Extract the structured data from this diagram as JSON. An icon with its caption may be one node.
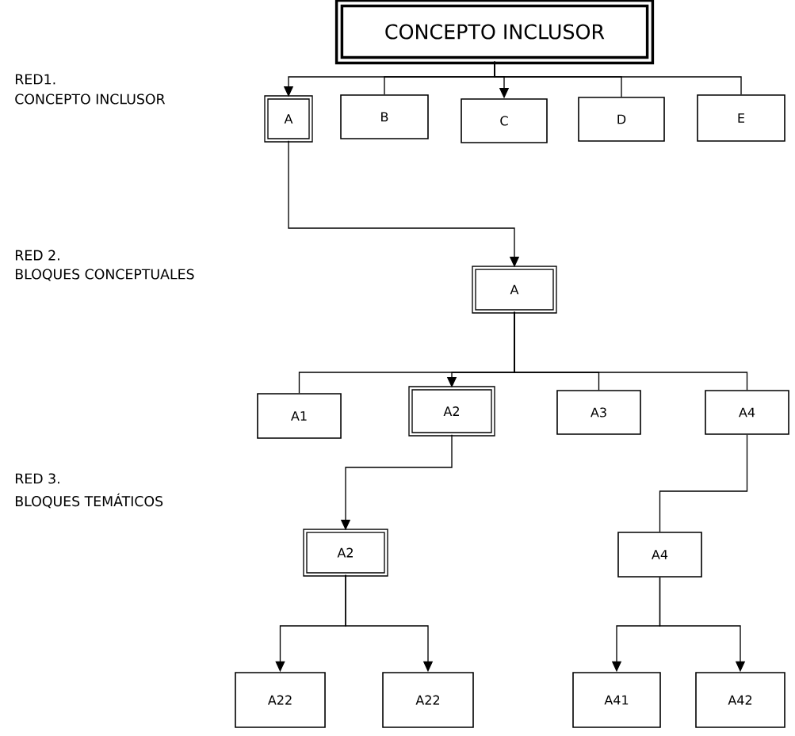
{
  "diagram": {
    "nodes": [
      {
        "text": [
          "CONCEPTO INCLUSOR"
        ]
      },
      {
        "text": [
          "A"
        ]
      },
      {
        "text": [
          "B"
        ]
      },
      {
        "text": [
          "C"
        ]
      },
      {
        "text": [
          "D"
        ]
      },
      {
        "text": [
          "E"
        ]
      },
      {
        "text": [
          "A"
        ]
      },
      {
        "text": [
          "A1"
        ]
      },
      {
        "text": [
          "A2"
        ]
      },
      {
        "text": [
          "A3"
        ]
      },
      {
        "text": [
          "A4"
        ]
      },
      {
        "text": [
          "A2"
        ]
      },
      {
        "text": [
          "A4"
        ]
      },
      {
        "text": [
          "A22"
        ]
      },
      {
        "text": [
          "A22"
        ]
      },
      {
        "text": [
          "A41"
        ]
      },
      {
        "text": [
          "A42"
        ]
      }
    ],
    "edges": [
      {
        "from": 0,
        "to": 1,
        "arrow": "to"
      },
      {
        "from": 0,
        "to": 2,
        "arrow": "none"
      },
      {
        "from": 0,
        "to": 3,
        "arrow": "to"
      },
      {
        "from": 0,
        "to": 4,
        "arrow": "none"
      },
      {
        "from": 0,
        "to": 5,
        "arrow": "none"
      },
      {
        "from": 1,
        "to": 6,
        "arrow": "to"
      },
      {
        "from": 6,
        "to": 7,
        "arrow": "none"
      },
      {
        "from": 6,
        "to": 8,
        "arrow": "to"
      },
      {
        "from": 6,
        "to": 9,
        "arrow": "none"
      },
      {
        "from": 6,
        "to": 10,
        "arrow": "none"
      },
      {
        "from": 8,
        "to": 11,
        "arrow": "to"
      },
      {
        "from": 10,
        "to": 12,
        "arrow": "none"
      },
      {
        "from": 11,
        "to": 13,
        "arrow": "to"
      },
      {
        "from": 11,
        "to": 14,
        "arrow": "to"
      },
      {
        "from": 12,
        "to": 15,
        "arrow": "to"
      },
      {
        "from": 12,
        "to": 16,
        "arrow": "to"
      }
    ],
    "labels": [
      "RED1.",
      "CONCEPTO INCLUSOR",
      "RED 2.",
      "BLOQUES CONCEPTUALES",
      "RED 3.",
      "BLOQUES TEMÁTICOS"
    ]
  }
}
